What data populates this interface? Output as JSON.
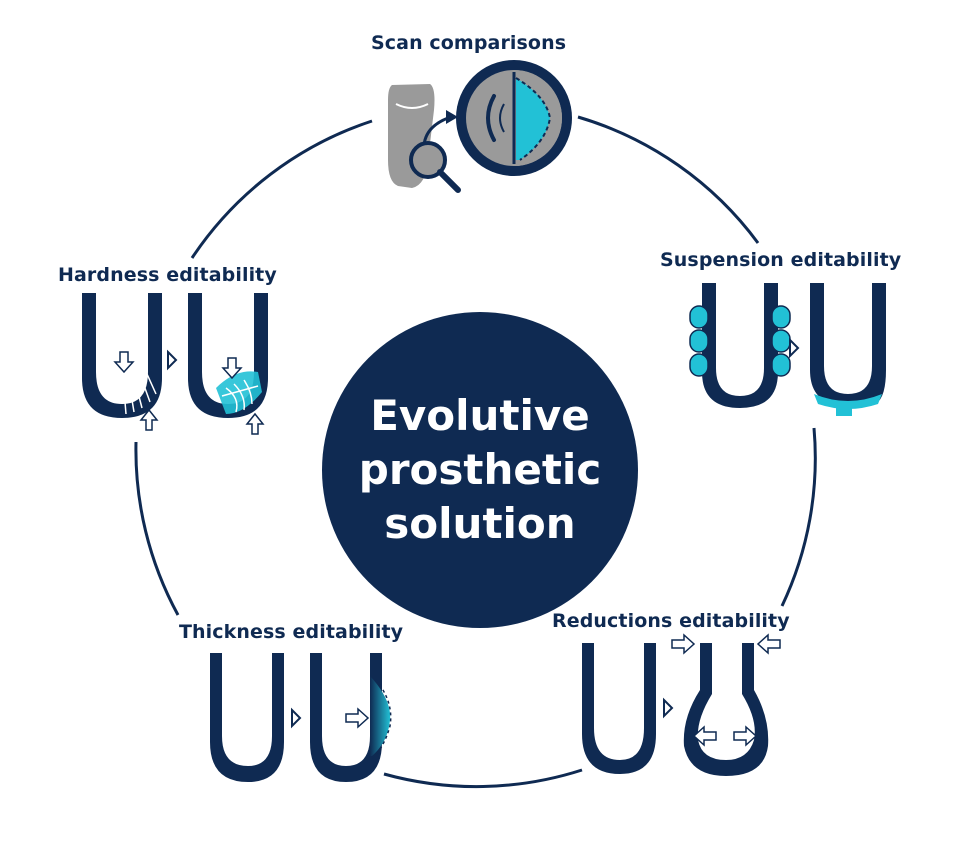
{
  "center": {
    "lines": [
      "Evolutive",
      "prosthetic",
      "solution"
    ]
  },
  "stages": {
    "scan": {
      "label": "Scan comparisons"
    },
    "hardness": {
      "label": "Hardness editability"
    },
    "suspension": {
      "label": "Suspension editability"
    },
    "thickness": {
      "label": "Thickness editability"
    },
    "reductions": {
      "label": "Reductions editability"
    }
  },
  "colors": {
    "navy": "#0f2a52",
    "cyan": "#22c1d6",
    "gray": "#9a9a9a",
    "white": "#ffffff"
  }
}
